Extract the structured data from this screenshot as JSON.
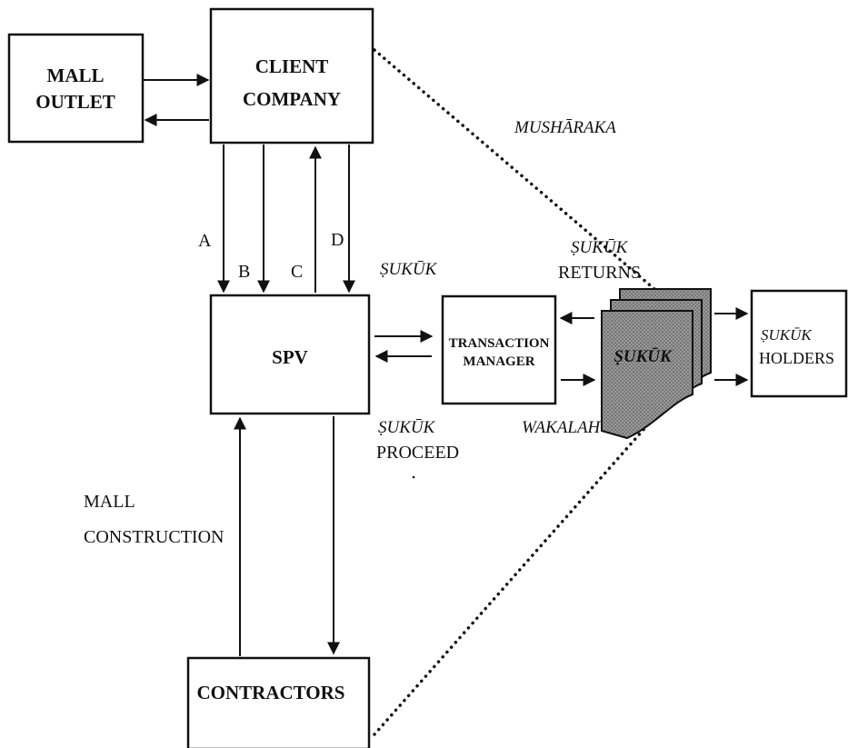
{
  "nodes": {
    "mall_outlet": {
      "line1": "MALL",
      "line2": "OUTLET"
    },
    "client_company": {
      "line1": "CLIENT",
      "line2": "COMPANY"
    },
    "spv": {
      "label": "SPV"
    },
    "transaction_manager": {
      "line1": "TRANSACTION",
      "line2": "MANAGER"
    },
    "sukuk_doc": {
      "label": "ṢUKŪK"
    },
    "sukuk_holders": {
      "line1": "ṢUKŪK",
      "line2": "HOLDERS"
    },
    "contractors": {
      "label": "CONTRACTORS"
    }
  },
  "edge_labels": {
    "a": "A",
    "b": "B",
    "c": "C",
    "d": "D",
    "sukuk": "ṢUKŪK",
    "sukuk_returns_1": "ṢUKŪK",
    "sukuk_returns_2": "RETURNS",
    "sukuk_proceed_1": "ṢUKŪK",
    "sukuk_proceed_2": "PROCEED",
    "wakalah": "WAKALAH",
    "musharaka": "MUSHĀRAKA",
    "mall_construction_1": "MALL",
    "mall_construction_2": "CONSTRUCTION"
  }
}
